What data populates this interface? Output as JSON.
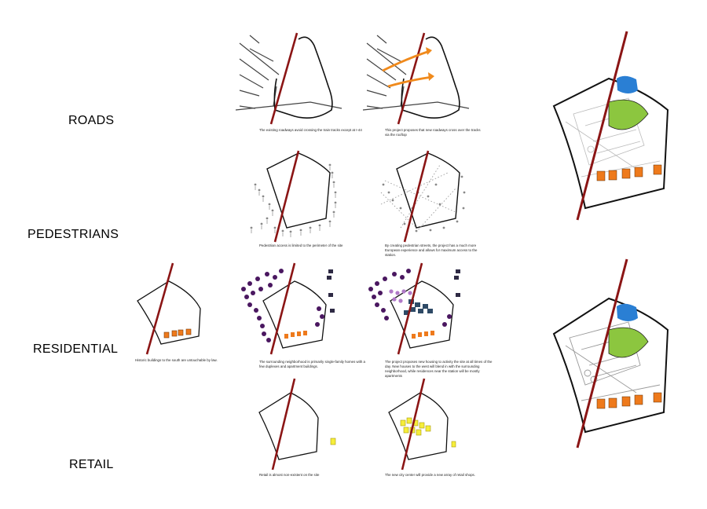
{
  "rows": {
    "roads": "ROADS",
    "pedestrians": "PEDESTRIANS",
    "residential": "RESIDENTIAL",
    "retail": "RETAIL"
  },
  "captions": {
    "roads_existing": "The existing roadways avoid crossing the train tracks except at I-44",
    "roads_proposed": "This project proposes that new roadways cross over the tracks via the rooftop",
    "ped_existing": "Pedestrian access is limited to the perimeter of the site",
    "ped_proposed": "By creating pedestrian streets, the project has a much more European experience and allows for maximum access to the station.",
    "res_historic": "Historic buildings to the south are untouchable by law.",
    "res_existing": "The surrounding neighborhood is primarily single-family homes with a few duplexes and apartment buildings.",
    "res_proposed": "The project proposes new housing to activity the site at all times of the day. New houses to the west will blend in with the surrounding neighborhood, while residences near the station will be mostly apartments",
    "retail_existing": "Retail is almost non-existent on the site",
    "retail_proposed": "The new city center will provide a new array of retail shops."
  },
  "colors": {
    "tracks": "#8b1515",
    "road_arrow": "#f08a1c",
    "historic": "#ee7a1c",
    "residential_existing": "#4a1760",
    "residential_new": "#b07ac8",
    "apartments": "#2e4a66",
    "retail": "#f6ee3a",
    "park": "#8cc63f",
    "station": "#2a7fd4"
  }
}
